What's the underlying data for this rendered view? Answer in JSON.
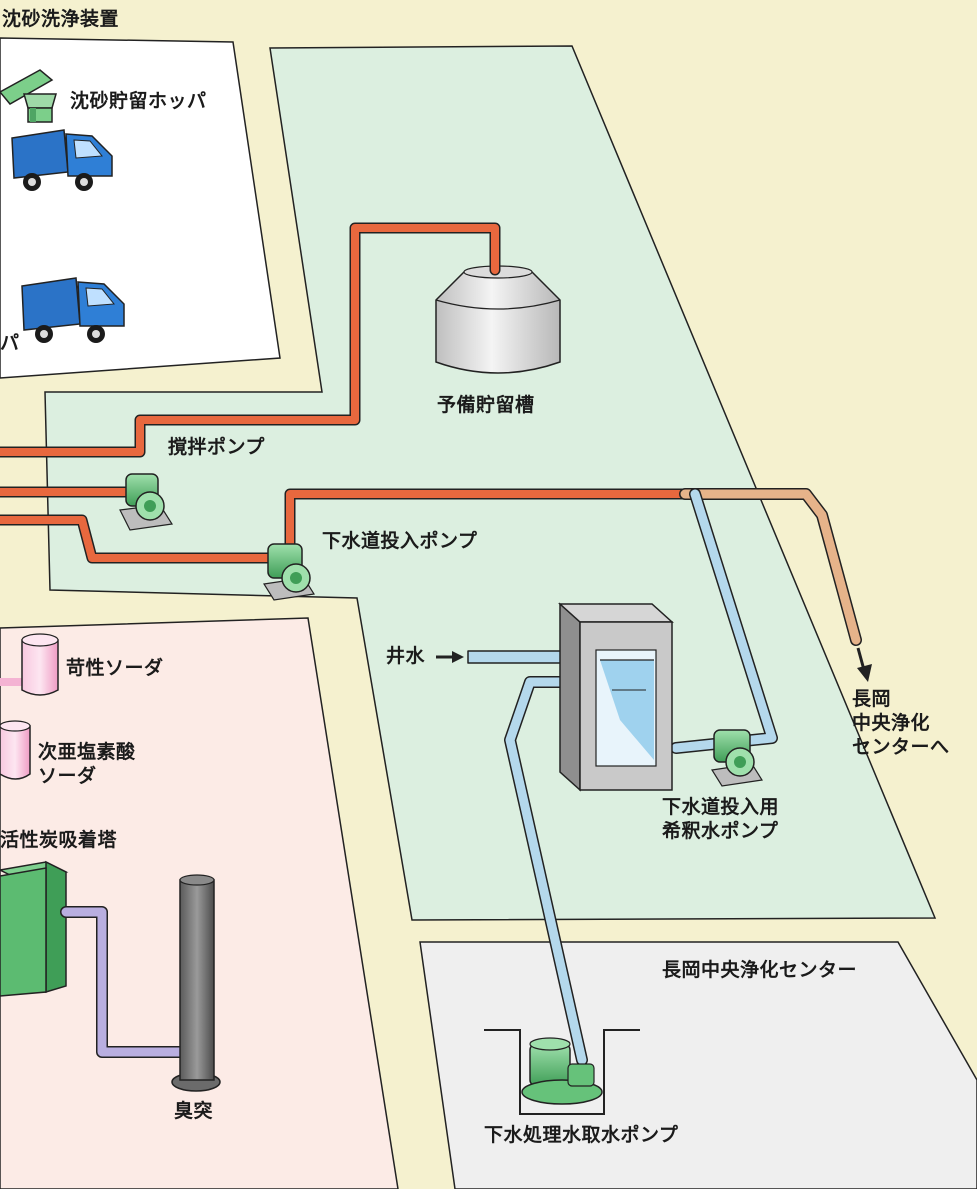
{
  "labels": {
    "sand_washing_device": "沈砂洗浄装置",
    "sand_storage_hopper": "沈砂貯留ホッパ",
    "hopper_fragment": "パ",
    "reserve_tank": "予備貯留槽",
    "stirring_pump": "撹拌ポンプ",
    "sewer_input_pump": "下水道投入ポンプ",
    "well_water": "井水",
    "destination": "長岡\n中央浄化\nセンターへ",
    "caustic_soda": "苛性ソーダ",
    "sodium_hypochlorite": "次亜塩素酸\nソーダ",
    "dilution_water_pump": "下水道投入用\n希釈水ポンプ",
    "activated_carbon_tower": "活性炭吸着塔",
    "odor_stack": "臭突",
    "nagaoka_center": "長岡中央浄化センター",
    "treated_water_intake_pump": "下水処理水取水ポンプ"
  },
  "colors": {
    "background": "#f5f1cf",
    "slab_green": "#dcefe0",
    "slab_white": "#ffffff",
    "slab_pink": "#fcebe6",
    "slab_grey": "#efefef",
    "sludge_pipe": "#e8683e",
    "diluted_pipe": "#e6b38a",
    "water_pipe": "#b4d8ec",
    "deodor_pipe": "#b9aee0",
    "truck": "#2b73c7",
    "pump": "#66c27a",
    "chemical_tank": "#f4b3d3"
  },
  "icons": [
    "truck-icon",
    "hopper-icon",
    "tank-icon",
    "pump-icon",
    "chemical-tank-icon",
    "carbon-tower-icon",
    "stack-icon",
    "arrow-icon"
  ]
}
